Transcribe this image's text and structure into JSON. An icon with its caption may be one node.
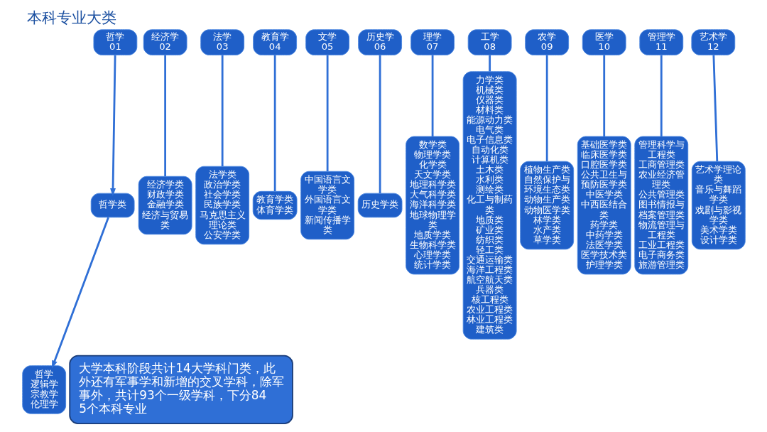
{
  "diagram": {
    "title": "本科专业大类",
    "nodes": [
      {
        "text": [
          "哲学",
          "01"
        ]
      },
      {
        "text": [
          "经济学",
          "02"
        ]
      },
      {
        "text": [
          "法学",
          "03"
        ]
      },
      {
        "text": [
          "教育学",
          "04"
        ]
      },
      {
        "text": [
          "文学",
          "05"
        ]
      },
      {
        "text": [
          "历史学",
          "06"
        ]
      },
      {
        "text": [
          "理学",
          "07"
        ]
      },
      {
        "text": [
          "工学",
          "08"
        ]
      },
      {
        "text": [
          "农学",
          "09"
        ]
      },
      {
        "text": [
          "医学",
          "10"
        ]
      },
      {
        "text": [
          "管理学",
          "11"
        ]
      },
      {
        "text": [
          "艺术学",
          "12"
        ]
      },
      {
        "text": [
          "哲学类"
        ]
      },
      {
        "text": [
          "经济学类",
          "财政学类",
          "金融学类",
          "经济与贸易类"
        ]
      },
      {
        "text": [
          "法学类",
          "政治学类",
          "社会学类",
          "民族学类",
          "马克思主义理论类",
          "公安学类"
        ]
      },
      {
        "text": [
          "教育学类",
          "体育学类"
        ]
      },
      {
        "text": [
          "中国语言文学类",
          "外国语言文学类",
          "新闻传播学类"
        ]
      },
      {
        "text": [
          "历史学类"
        ]
      },
      {
        "text": [
          "数学类",
          "物理学类",
          "化学类",
          "天文学类",
          "地理科学类",
          "大气科学类",
          "海洋科学类",
          "地球物理学类",
          "地质学类",
          "生物科学类",
          "心理学类",
          "统计学类"
        ]
      },
      {
        "text": [
          "力学类",
          "机械类",
          "仪器类",
          "材料类",
          "能源动力类",
          "电气类",
          "电子信息类",
          "自动化类",
          "计算机类",
          "土木类",
          "水利类",
          "测绘类",
          "化工与制药类",
          "地质类",
          "矿业类",
          "纺织类",
          "轻工类",
          "交通运输类",
          "海洋工程类",
          "航空航天类",
          "兵器类",
          "核工程类",
          "农业工程类",
          "林业工程类",
          "建筑类"
        ]
      },
      {
        "text": [
          "植物生产类",
          "自然保护与环境生态类",
          "动物生产类",
          "动物医学类",
          "林学类",
          "水产类",
          "草学类"
        ]
      },
      {
        "text": [
          "基础医学类",
          "临床医学类",
          "口腔医学类",
          "公共卫生与预防医学类",
          "中医学类",
          "中西医结合类",
          "药学类",
          "中药学类",
          "法医学类",
          "医学技术类",
          "护理学类"
        ]
      },
      {
        "text": [
          "管理科学与工程类",
          "工商管理类",
          "农业经济管理类",
          "公共管理类",
          "图书情报与档案管理类",
          "物流管理与工程类",
          "工业工程类",
          "电子商务类",
          "旅游管理类"
        ]
      },
      {
        "text": [
          "艺术学理论类",
          "音乐与舞蹈学类",
          "戏剧与影视学类",
          "美术学类",
          "设计学类"
        ]
      },
      {
        "text": [
          "哲学",
          "逻辑学",
          "宗教学",
          "伦理学"
        ]
      },
      {
        "text": [
          "大学本科阶段共计14大学科门类，此外还有军事学和新增的交叉学科，除军事外，共计93个一级学科，下分845个本科专业"
        ]
      }
    ],
    "edges": [
      {
        "from": 0,
        "to": 12,
        "arrow": "to"
      },
      {
        "from": 12,
        "to": 24,
        "arrow": "to"
      },
      {
        "from": 1,
        "to": 13,
        "arrow": "none"
      },
      {
        "from": 2,
        "to": 14,
        "arrow": "none"
      },
      {
        "from": 3,
        "to": 15,
        "arrow": "none"
      },
      {
        "from": 4,
        "to": 16,
        "arrow": "none"
      },
      {
        "from": 5,
        "to": 17,
        "arrow": "none"
      },
      {
        "from": 6,
        "to": 18,
        "arrow": "none"
      },
      {
        "from": 7,
        "to": 19,
        "arrow": "none"
      },
      {
        "from": 8,
        "to": 20,
        "arrow": "none"
      },
      {
        "from": 9,
        "to": 21,
        "arrow": "none"
      },
      {
        "from": 10,
        "to": 22,
        "arrow": "none"
      },
      {
        "from": 11,
        "to": 23,
        "arrow": "none"
      }
    ]
  }
}
